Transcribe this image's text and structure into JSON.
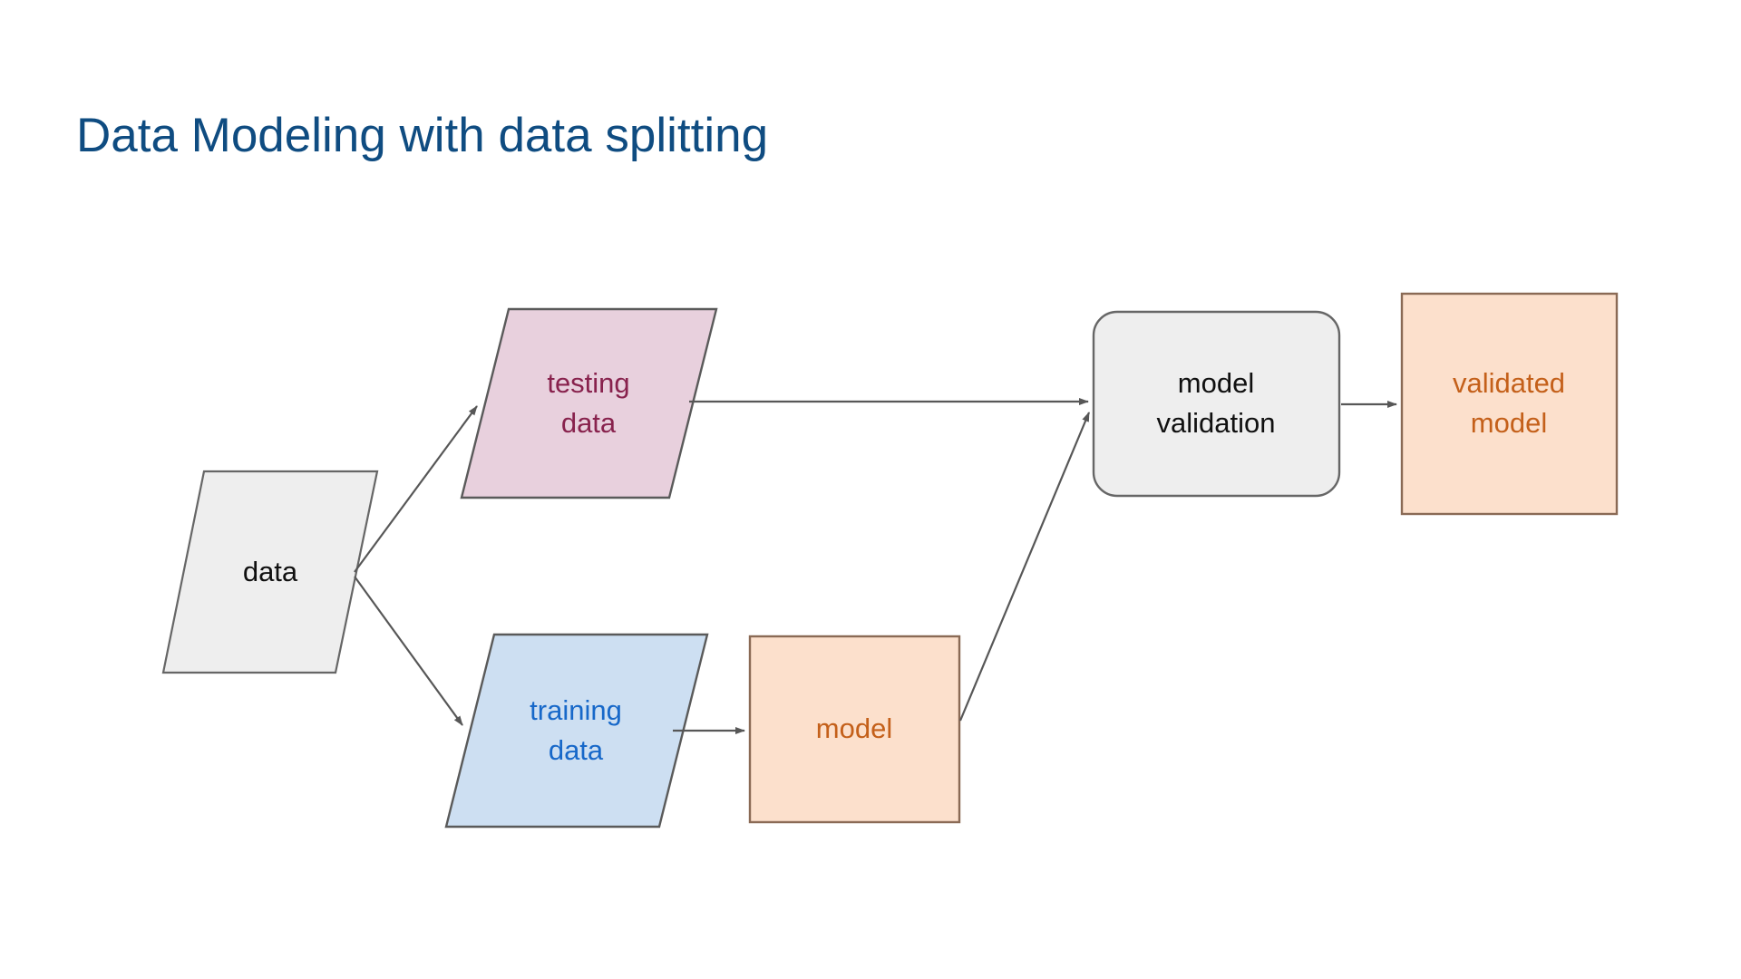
{
  "slide": {
    "title": "Data Modeling with data splitting",
    "title_color": "#0f4c81",
    "background_color": "#ffffff"
  },
  "diagram": {
    "type": "flowchart",
    "nodes": [
      {
        "id": "data",
        "label": "data",
        "lines": [
          "data"
        ],
        "shape": "parallelogram",
        "fill": "#eeeeee",
        "stroke": "#666666",
        "text_color": "#101010"
      },
      {
        "id": "testing-data",
        "label": "testing data",
        "lines": [
          "testing",
          "data"
        ],
        "shape": "parallelogram",
        "fill": "#e8d0dd",
        "stroke": "#5a5a5a",
        "text_color": "#88224d"
      },
      {
        "id": "training-data",
        "label": "training data",
        "lines": [
          "training",
          "data"
        ],
        "shape": "parallelogram",
        "fill": "#cddff2",
        "stroke": "#5a5a5a",
        "text_color": "#1768c9"
      },
      {
        "id": "model",
        "label": "model",
        "lines": [
          "model"
        ],
        "shape": "rectangle",
        "fill": "#fce0cc",
        "stroke": "#8a6a55",
        "text_color": "#c4601a"
      },
      {
        "id": "model-validation",
        "label": "model validation",
        "lines": [
          "model",
          "validation"
        ],
        "shape": "rounded-rectangle",
        "fill": "#eeeeee",
        "stroke": "#666666",
        "text_color": "#101010"
      },
      {
        "id": "validated-model",
        "label": "validated model",
        "lines": [
          "validated",
          "model"
        ],
        "shape": "rectangle",
        "fill": "#fce0cc",
        "stroke": "#8a6a55",
        "text_color": "#c4601a"
      }
    ],
    "edges": [
      {
        "id": "data-to-testing-data",
        "from": "data",
        "to": "testing-data",
        "style": "solid-arrow"
      },
      {
        "id": "data-to-training-data",
        "from": "data",
        "to": "training-data",
        "style": "solid-arrow"
      },
      {
        "id": "testing-data-to-model-validation",
        "from": "testing-data",
        "to": "model-validation",
        "style": "solid-arrow"
      },
      {
        "id": "training-data-to-model",
        "from": "training-data",
        "to": "model",
        "style": "solid-arrow"
      },
      {
        "id": "model-to-model-validation",
        "from": "model",
        "to": "model-validation",
        "style": "solid-arrow"
      },
      {
        "id": "model-validation-to-validated-model",
        "from": "model-validation",
        "to": "validated-model",
        "style": "solid-arrow"
      }
    ],
    "edge_color": "#575757"
  }
}
